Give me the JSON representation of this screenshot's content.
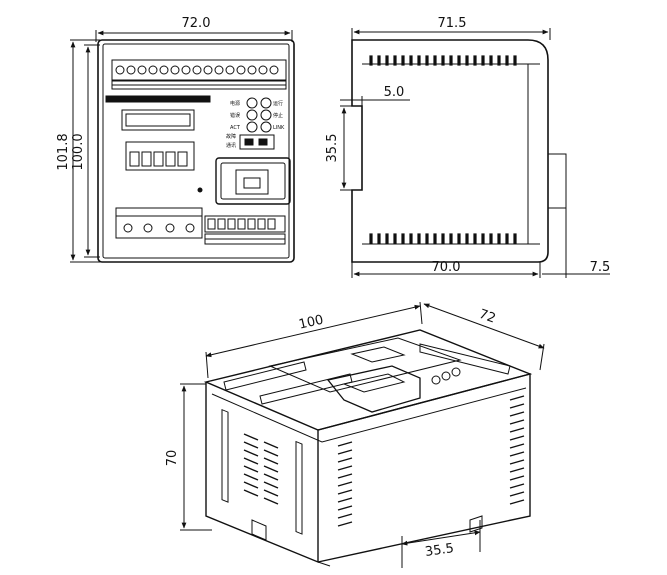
{
  "front_view": {
    "width_label": "72.0",
    "height_outer_label": "101.8",
    "height_inner_label": "100.0",
    "panel_labels": [
      "运行",
      "停止",
      "故障",
      "通讯"
    ],
    "led_labels": [
      "电源",
      "错误",
      "ACT",
      "LINK"
    ]
  },
  "side_view": {
    "depth_label": "71.5",
    "base_label": "70.0",
    "rail_offset_label": "5.0",
    "rail_width_label": "35.5",
    "connector_label": "7.5"
  },
  "iso_view": {
    "length_label": "100",
    "width_label": "72",
    "height_label": "70",
    "rail_label": "35.5"
  },
  "colors": {
    "line": "#111111",
    "background": "#ffffff"
  }
}
